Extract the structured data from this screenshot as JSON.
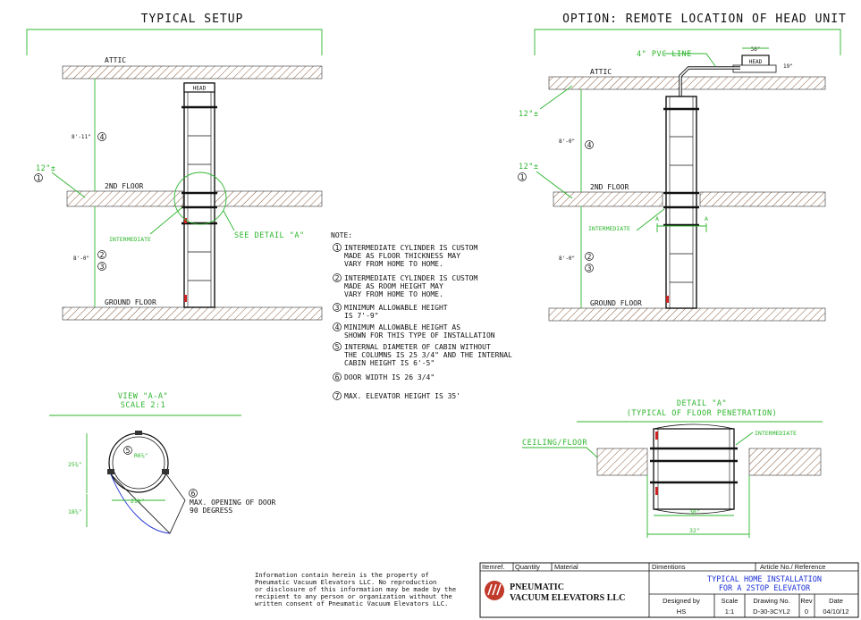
{
  "colors": {
    "accent_green": "#2db52d",
    "accent_blue": "#1a2fd6",
    "cylinder_red": "#cc2222",
    "logo_red": "#c0392b"
  },
  "left_view": {
    "title": "TYPICAL SETUP",
    "attic": "ATTIC",
    "head": "HEAD",
    "second_floor": "2ND FLOOR",
    "ground_floor": "GROUND FLOOR",
    "floor_thickness": "12\"±",
    "dim_upper": "8'-11\"",
    "dim_lower": "8'-0\"",
    "intermediate": "INTERMEDIATE",
    "see_detail": "SEE DETAIL \"A\""
  },
  "right_view": {
    "title": "OPTION: REMOTE LOCATION OF HEAD UNIT",
    "pvc_line": "4\" PVC LINE",
    "head": "HEAD",
    "head_width": "36\"",
    "head_height": "19\"",
    "attic": "ATTIC",
    "attic_thickness": "12\"±",
    "floor_thickness": "12\"±",
    "second_floor": "2ND FLOOR",
    "ground_floor": "GROUND FLOOR",
    "dim_upper": "8'-0\"",
    "dim_lower": "8'-0\"",
    "intermediate": "INTERMEDIATE",
    "section_mark": "A"
  },
  "notes": {
    "heading": "NOTE:",
    "items": [
      {
        "num": "1",
        "lines": [
          "INTERMEDIATE CYLINDER IS CUSTOM",
          "MADE AS FLOOR THICKNESS MAY",
          "VARY FROM HOME TO HOME."
        ]
      },
      {
        "num": "2",
        "lines": [
          "INTERMEDIATE CYLINDER IS CUSTOM",
          "MADE AS ROOM HEIGHT MAY",
          "VARY FROM HOME TO HOME."
        ]
      },
      {
        "num": "3",
        "lines": [
          "MINIMUM ALLOWABLE HEIGHT",
          "IS 7'-9\""
        ]
      },
      {
        "num": "4",
        "lines": [
          "MINIMUM ALLOWABLE HEIGHT AS",
          "SHOWN FOR THIS TYPE OF INSTALLATION"
        ]
      },
      {
        "num": "5",
        "lines": [
          "INTERNAL DIAMETER OF CABIN WITHOUT",
          "THE COLUMNS IS 25 3/4\" AND THE INTERNAL",
          "CABIN HEIGHT IS 6'-5\""
        ]
      },
      {
        "num": "6",
        "lines": [
          "DOOR WIDTH IS 26 3/4\""
        ]
      },
      {
        "num": "7",
        "lines": [
          "MAX. ELEVATOR HEIGHT IS 35'"
        ]
      }
    ]
  },
  "view_aa": {
    "title": "VIEW \"A-A\"",
    "scale": "SCALE 2:1",
    "dim_left": "25⅝\"",
    "dim_bottom": "18⅝\"",
    "dim_inner": "R6⅝\"",
    "dim_door": "21⅞\"",
    "door_note_1": "MAX. OPENING OF DOOR",
    "door_note_2": "90 DEGRESS"
  },
  "detail_a": {
    "title": "DETAIL \"A\"",
    "subtitle": "(TYPICAL OF FLOOR PENETRATION)",
    "ceiling_floor": "CEILING/FLOOR",
    "intermediate": "INTERMEDIATE",
    "dim_inner": "30\"",
    "dim_outer": "32\""
  },
  "legal": [
    "Information contain herein is the property of",
    "Pneumatic Vacuum Elevators LLC. No reproduction",
    "or disclosure of this information may be made by the",
    "recipient to any person or organization without the",
    "written consent of Pneumatic Vacuum Elevators LLC."
  ],
  "title_block": {
    "col_item": "Itemref.",
    "col_qty": "Quantity",
    "col_material": "Material",
    "col_dimentions": "Dimentions",
    "col_article": "Article No./ Reference",
    "company_1": "PNEUMATIC",
    "company_2": "VACUUM ELEVATORS LLC",
    "drawing_title_1": "TYPICAL HOME INSTALLATION",
    "drawing_title_2": "FOR A 2STOP ELEVATOR",
    "designed_by_label": "Designed by",
    "designed_by": "HS",
    "scale_label": "Scale",
    "scale": "1:1",
    "drawing_no_label": "Drawing No.",
    "drawing_no": "D-30-3CYL2",
    "rev_label": "Rev",
    "rev": "0",
    "date_label": "Date",
    "date": "04/10/12"
  }
}
